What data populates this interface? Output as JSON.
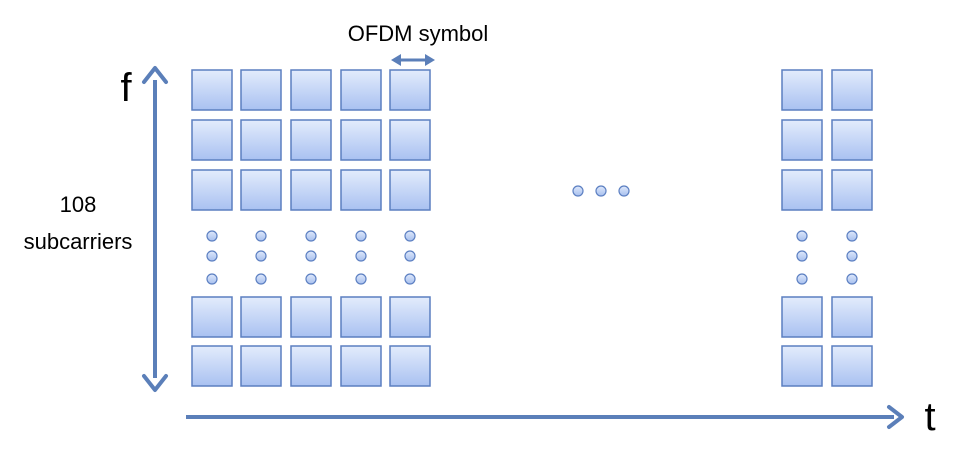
{
  "labels": {
    "symbol": "OFDM symbol",
    "freq_axis": "f",
    "time_axis": "t",
    "subcarrier_count": "108",
    "subcarrier_unit": "subcarriers"
  },
  "grid": {
    "left_block_columns": 5,
    "right_block_columns": 2,
    "rows_above_gap": 3,
    "rows_below_gap": 2,
    "vertical_dots_per_column": 3,
    "horizontal_ellipsis_dots": 3
  },
  "colors": {
    "cell_fill_top": "#e3ecfc",
    "cell_fill_bottom": "#a9c1f1",
    "cell_stroke": "#5b7fc0",
    "dot_fill_top": "#dfe9fb",
    "dot_fill_bottom": "#a7bfee",
    "dot_stroke": "#5d80c2",
    "arrow": "#5b7fb9"
  },
  "icons": {
    "frequency_arrow": "double-arrow-vertical-icon",
    "time_arrow": "arrow-right-icon",
    "symbol_width_arrow": "double-arrow-horizontal-icon"
  }
}
